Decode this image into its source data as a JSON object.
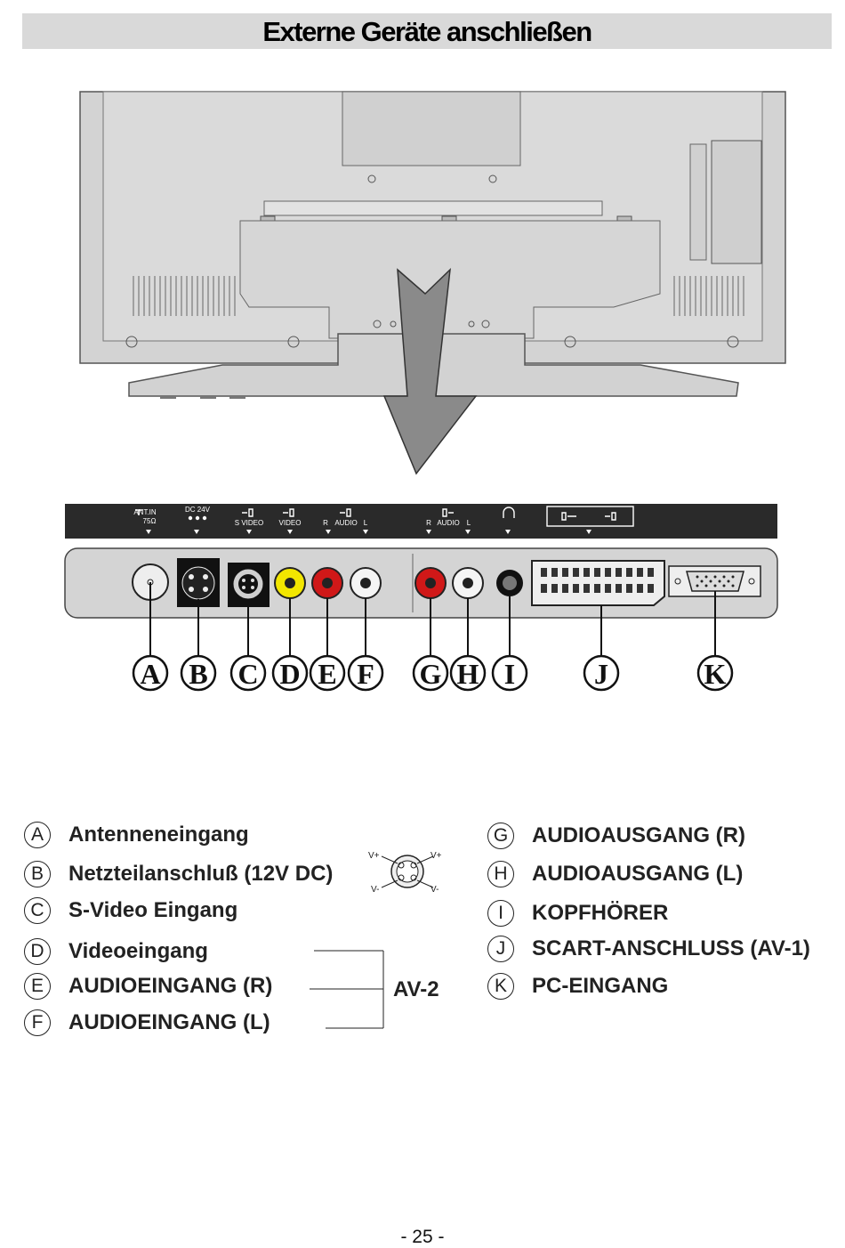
{
  "header": {
    "title": "Externe Geräte anschließen"
  },
  "panel_strip": {
    "ant": "ANT.IN",
    "ant_ohm": "75Ω",
    "dc": "DC 24V",
    "svideo": "S VIDEO",
    "video": "VIDEO",
    "audio_in_r": "R",
    "audio_in": "AUDIO",
    "audio_in_l": "L",
    "audio_out_r": "R",
    "audio_out": "AUDIO",
    "audio_out_l": "L"
  },
  "callouts": [
    "A",
    "B",
    "C",
    "D",
    "E",
    "F",
    "G",
    "H",
    "I",
    "J",
    "K"
  ],
  "legend_left": [
    {
      "letter": "A",
      "label": "Antenneneingang"
    },
    {
      "letter": "B",
      "label": "Netzteilanschluß (12V DC)"
    },
    {
      "letter": "C",
      "label": "S-Video Eingang"
    },
    {
      "letter": "D",
      "label": "Videoeingang"
    },
    {
      "letter": "E",
      "label": "AUDIOEINGANG (R)"
    },
    {
      "letter": "F",
      "label": "AUDIOEINGANG (L)"
    }
  ],
  "legend_right": [
    {
      "letter": "G",
      "label": "AUDIOAUSGANG (R)"
    },
    {
      "letter": "H",
      "label": "AUDIOAUSGANG (L)"
    },
    {
      "letter": "I",
      "label": "KOPFHÖRER"
    },
    {
      "letter": "J",
      "label": "SCART-ANSCHLUSS (AV-1)"
    },
    {
      "letter": "K",
      "label": "PC-EINGANG"
    }
  ],
  "group_label": "AV-2",
  "pin_diagram": {
    "tl": "V+",
    "tr": "V+",
    "bl": "V-",
    "br": "V-"
  },
  "page_number": "- 25 -",
  "colors": {
    "title_bar": "#d9d9d9",
    "tv_body": "#d2d2d2",
    "strip": "#2a2a2a",
    "yellow_jack": "#f2e600",
    "red_jack": "#d01818"
  }
}
